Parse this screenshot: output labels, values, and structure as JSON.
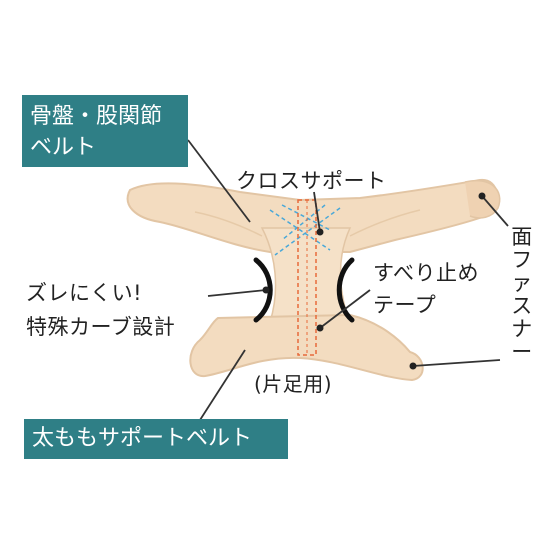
{
  "labels": {
    "hip_belt": [
      "骨盤・股関節",
      "ベルト"
    ],
    "thigh_belt": "太ももサポートベルト",
    "cross_support": "クロスサポート",
    "anti_slip": [
      "すべり止め",
      "テープ"
    ],
    "curve": [
      "ズレにくい!",
      "特殊カーブ設計"
    ],
    "single_leg": "(片足用)",
    "fastener": [
      "面",
      "フ",
      "ァ",
      "ス",
      "ナ",
      "ー"
    ]
  },
  "colors": {
    "label_bg": "#2f7f86",
    "fabric": "#f3dcc0",
    "fabric_edge": "#e2c5a4",
    "cross_lines": "#4aa8d8",
    "anti_slip_tape": "#e86a3a",
    "leader": "#333333"
  },
  "icons": [
    "hip-support-belt-illustration"
  ]
}
